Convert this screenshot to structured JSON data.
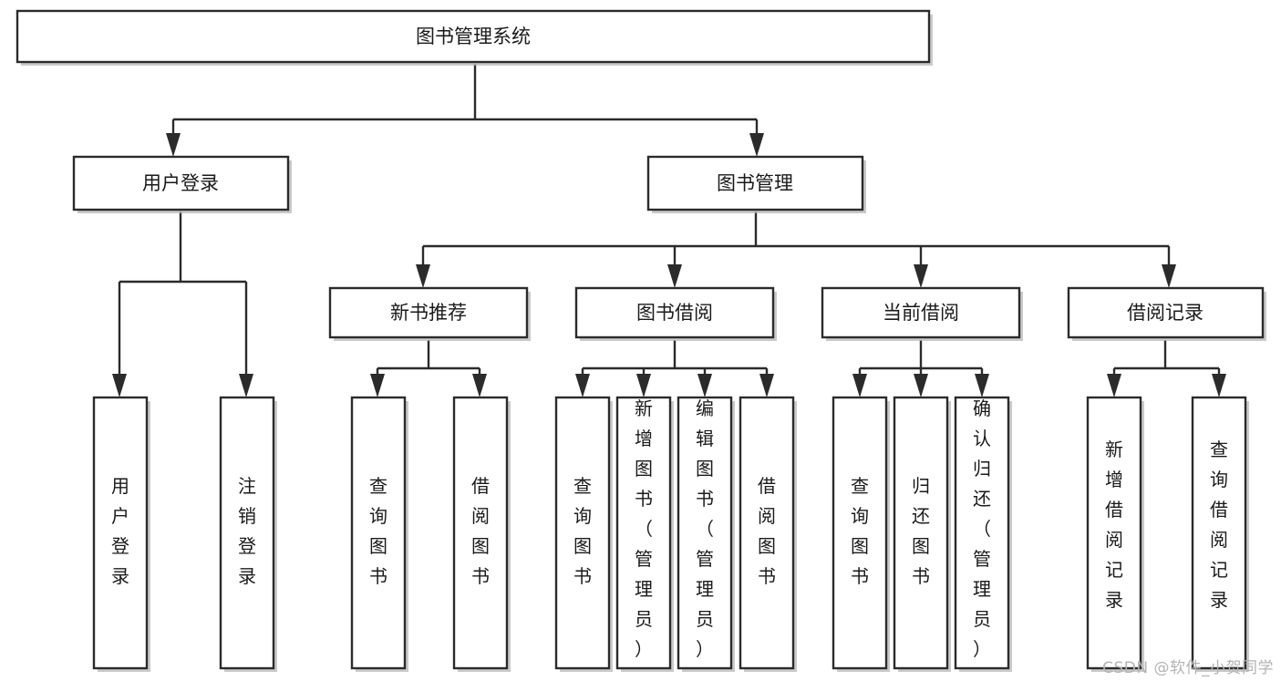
{
  "diagram": {
    "type": "tree-hierarchy",
    "title": "图书管理系统",
    "watermark": "CSDN @软件_小贺同学",
    "colors": {
      "stroke": "#2b2b2b",
      "box_fill": "#ffffff",
      "text": "#1a1a1a",
      "watermark": "#b3b3b3",
      "background": "#ffffff"
    },
    "levels": {
      "root": {
        "label": "图书管理系统"
      },
      "level2": [
        {
          "label": "用户登录"
        },
        {
          "label": "图书管理"
        }
      ],
      "level3": [
        {
          "label": "新书推荐"
        },
        {
          "label": "图书借阅"
        },
        {
          "label": "当前借阅"
        },
        {
          "label": "借阅记录"
        }
      ],
      "leaves": {
        "用户登录": [
          "用户登录",
          "注销登录"
        ],
        "新书推荐": [
          "查询图书",
          "借阅图书"
        ],
        "图书借阅": [
          "查询图书",
          "新增图书（管理员）",
          "编辑图书（管理员）",
          "借阅图书"
        ],
        "当前借阅": [
          "查询图书",
          "归还图书",
          "确认归还（管理员）"
        ],
        "借阅记录": [
          "新增借阅记录",
          "查询借阅记录"
        ]
      }
    },
    "nodes": {
      "root": "图书管理系统",
      "n_user_login": "用户登录",
      "n_book_mgmt": "图书管理",
      "n_new_rec": "新书推荐",
      "n_book_borrow": "图书借阅",
      "n_cur_borrow": "当前借阅",
      "n_borrow_rec": "借阅记录",
      "leaf_user_login": "用户登录",
      "leaf_logout": "注销登录",
      "leaf_query_book_1": "查询图书",
      "leaf_borrow_book_1": "借阅图书",
      "leaf_query_book_2": "查询图书",
      "leaf_add_book": "新增图书（管理员）",
      "leaf_edit_book": "编辑图书（管理员）",
      "leaf_borrow_book_2": "借阅图书",
      "leaf_query_book_3": "查询图书",
      "leaf_return_book": "归还图书",
      "leaf_confirm_return": "确认归还（管理员）",
      "leaf_add_record": "新增借阅记录",
      "leaf_query_record": "查询借阅记录"
    }
  }
}
